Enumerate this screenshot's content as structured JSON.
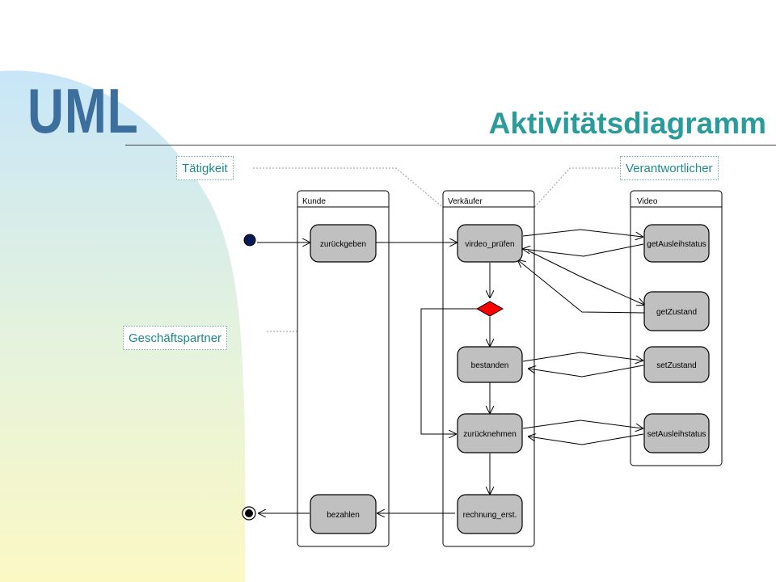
{
  "header": {
    "logo_text": "UML",
    "title": "Aktivitätsdiagramm"
  },
  "callouts": {
    "activity": "Tätigkeit",
    "responsible": "Verantwortlicher",
    "partner": "Geschäftspartner"
  },
  "swimlanes": {
    "customer": "Kunde",
    "seller": "Verkäufer",
    "video": "Video"
  },
  "activities": {
    "return": "zurückgeben",
    "check_video": "virdeo_prüfen",
    "passed": "bestanden",
    "take_back": "zurücknehmen",
    "create_invoice": "rechnung_erst.",
    "pay": "bezahlen",
    "get_rental_status": "getAusleihstatus",
    "get_condition": "getZustand",
    "set_condition": "setZustand",
    "set_rental_status": "setAusleihstatus"
  },
  "colors": {
    "logo": "#3c6e9e",
    "title": "#2a9b9b",
    "activity_fill": "#c0c0c0",
    "decision": "#ff0000",
    "start_node": "#0a1a55"
  }
}
